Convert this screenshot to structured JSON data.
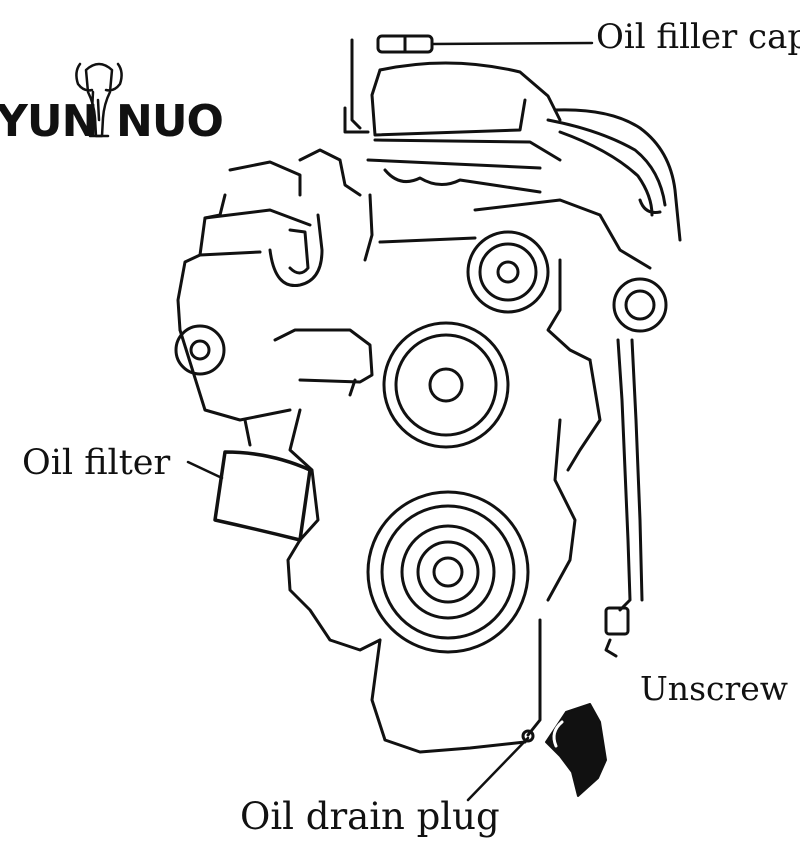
{
  "logo": {
    "left_text": "YUN",
    "right_text": "NUO",
    "icon": "elephant-icon"
  },
  "labels": {
    "oil_filler_cap": "Oil filler cap",
    "oil_filter": "Oil filter",
    "unscrew": "Unscrew",
    "oil_drain_plug": "Oil drain plug"
  },
  "icons": {
    "unscrew_arrow": "curved-arrow-icon"
  },
  "colors": {
    "ink": "#111111",
    "background": "#ffffff"
  }
}
